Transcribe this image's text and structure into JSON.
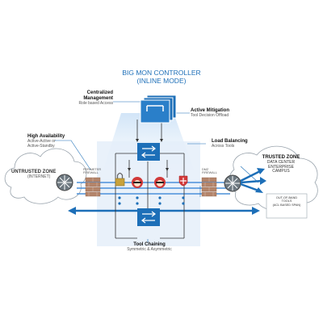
{
  "controller": {
    "title": "BIG MON CONTROLLER",
    "subtitle": "(INLINE MODE)"
  },
  "centralized": {
    "title": "Centralized",
    "title2": "Management",
    "desc": "Role based Access"
  },
  "mitigation": {
    "title": "Active Mitigation",
    "desc": "Tool Decision Offload"
  },
  "availability": {
    "title": "High Availability",
    "desc1": "Active-Active or",
    "desc2": "Active-Standby"
  },
  "load_balancing": {
    "title": "Load Balancing",
    "desc": "Across Tools"
  },
  "untrusted": {
    "title": "UNTRUSTED ZONE",
    "desc": "(INTERNET)"
  },
  "trusted": {
    "title": "TRUSTED ZONE",
    "line1": "DATA CENTER",
    "line2": "ENTERPRISE",
    "line3": "CAMPUS"
  },
  "perimeter": {
    "line1": "PERIMETER",
    "line2": "FIREWALL"
  },
  "dmz": {
    "line1": "DMZ",
    "line2": "FIREWALL"
  },
  "oob": {
    "line1": "OUT-OF-BAND",
    "line2": "TOOLS",
    "line3": "(ACL BASED SPAN)"
  },
  "chaining": {
    "title": "Tool Chaining",
    "desc": "Symmetric & Asymmetric"
  },
  "icons": [
    "controller-icon",
    "switch-icon",
    "cloud-icon",
    "router-icon",
    "firewall-icon",
    "lock-icon",
    "spy-tool-icon",
    "shield-icon"
  ],
  "colors": {
    "accent": "#1d6fb8",
    "light_blue": "#cfe3f7",
    "firewall": "#b4856b",
    "tool_red": "#d23a3a"
  }
}
